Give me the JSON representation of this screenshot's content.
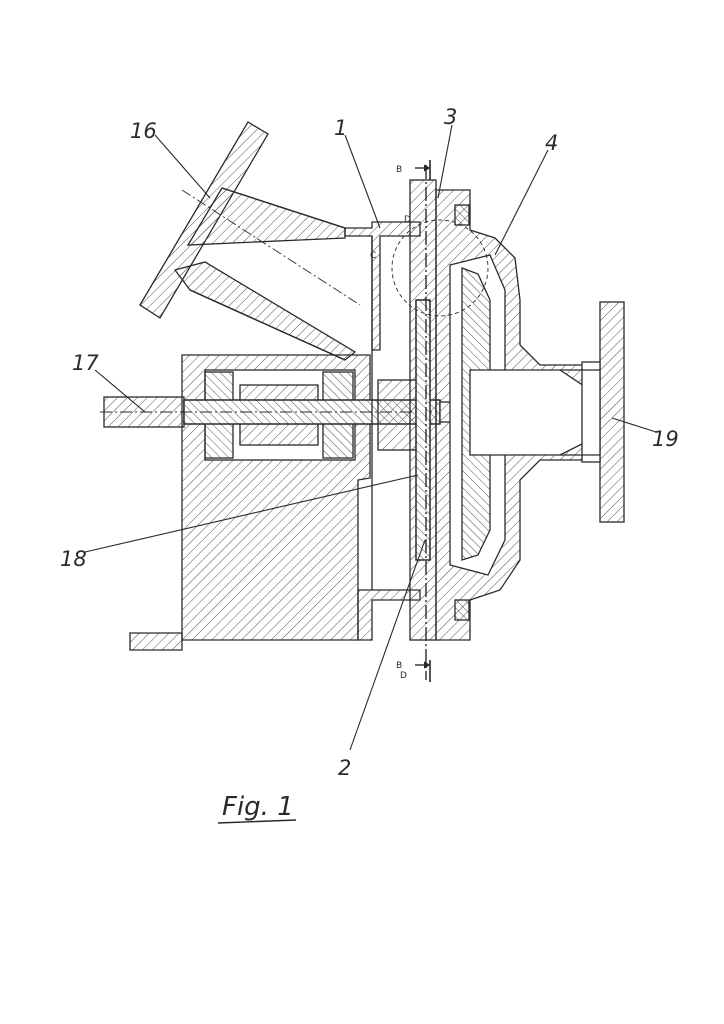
{
  "figure": {
    "caption": "Fig. 1",
    "reference_numerals": {
      "r1": "1",
      "r2": "2",
      "r3": "3",
      "r4": "4",
      "r16": "16",
      "r17": "17",
      "r18": "18",
      "r19": "19"
    },
    "section_marks": {
      "b_top": "B",
      "d_top": "D",
      "b_bottom": "B",
      "d_bottom": "D",
      "detail": "C"
    }
  },
  "colors": {
    "line": "#2a2a2a",
    "hatch": "#555555",
    "background": "#ffffff"
  }
}
